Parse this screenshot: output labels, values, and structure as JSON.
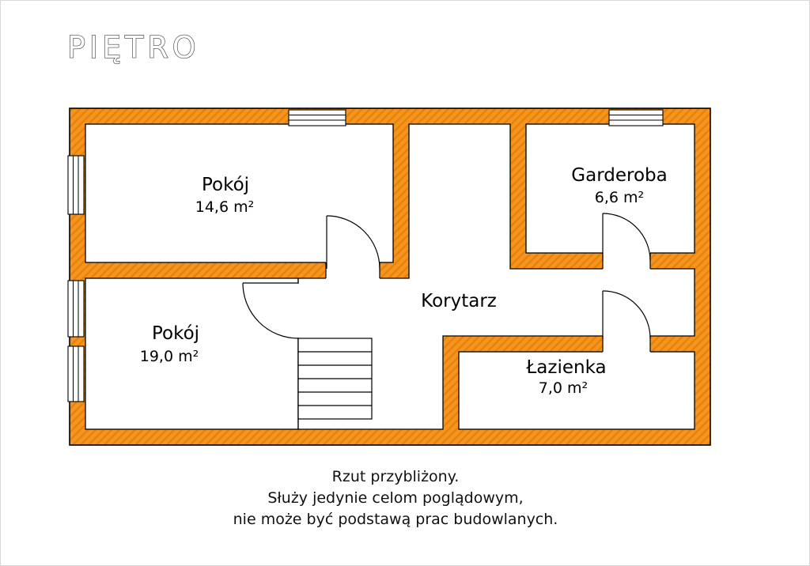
{
  "title": "PIĘTRO",
  "plan": {
    "rooms": [
      {
        "name": "Pokój",
        "area": "14,6 m²"
      },
      {
        "name": "Garderoba",
        "area": "6,6 m²"
      },
      {
        "name": "Korytarz"
      },
      {
        "name": "Pokój",
        "area": "19,0 m²"
      },
      {
        "name": "Łazienka",
        "area": "7,0 m²"
      }
    ]
  },
  "disclaimer": {
    "line1": "Rzut przybliżony.",
    "line2": "Służy jedynie celom poglądowym,",
    "line3": "nie może być podstawą prac budowlanych."
  },
  "colors": {
    "wall_fill": "#f7941e",
    "wall_hatch": "#df820e",
    "outline": "#000000",
    "title_outline": "#3f3f3f"
  }
}
